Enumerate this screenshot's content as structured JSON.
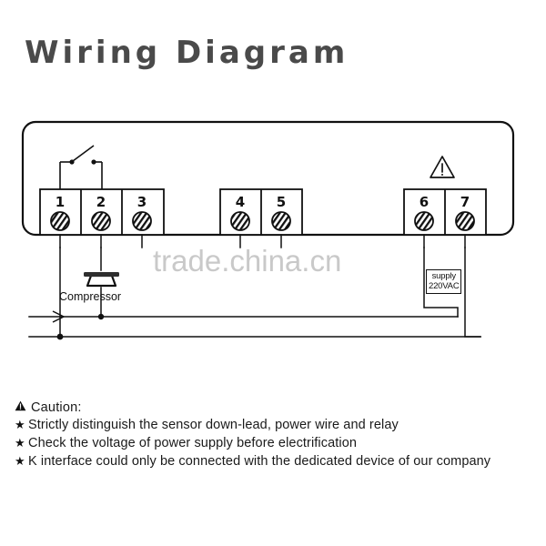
{
  "title": "Wiring Diagram",
  "watermark": "trade.china.cn",
  "device": {
    "terminals": [
      {
        "id": "1",
        "label": "1",
        "group": "relay"
      },
      {
        "id": "2",
        "label": "2",
        "group": "relay"
      },
      {
        "id": "3",
        "label": "3",
        "group": "relay"
      },
      {
        "id": "4",
        "label": "4",
        "group": "sensor"
      },
      {
        "id": "5",
        "label": "5",
        "group": "sensor"
      },
      {
        "id": "6",
        "label": "6",
        "group": "power"
      },
      {
        "id": "7",
        "label": "7",
        "group": "power"
      }
    ],
    "warning_icon": "warning-triangle-icon",
    "relay_switch_icon": "switch-contact-icon"
  },
  "loads": {
    "compressor_label": "Compressor",
    "compressor_icon": "compressor-icon"
  },
  "supply": {
    "line1": "supply",
    "line2": "220VAC"
  },
  "caution": {
    "icon": "warning-triangle-icon",
    "heading": "Caution:",
    "bullet": "★",
    "items": [
      "Strictly distinguish the sensor down-lead, power wire and relay",
      "Check the voltage of power supply before electrification",
      "K interface could only be connected with the dedicated device of our company"
    ]
  },
  "colors": {
    "line": "#111111",
    "title": "#4a4a4a",
    "watermark": "#c9c9c9",
    "background": "#ffffff"
  }
}
